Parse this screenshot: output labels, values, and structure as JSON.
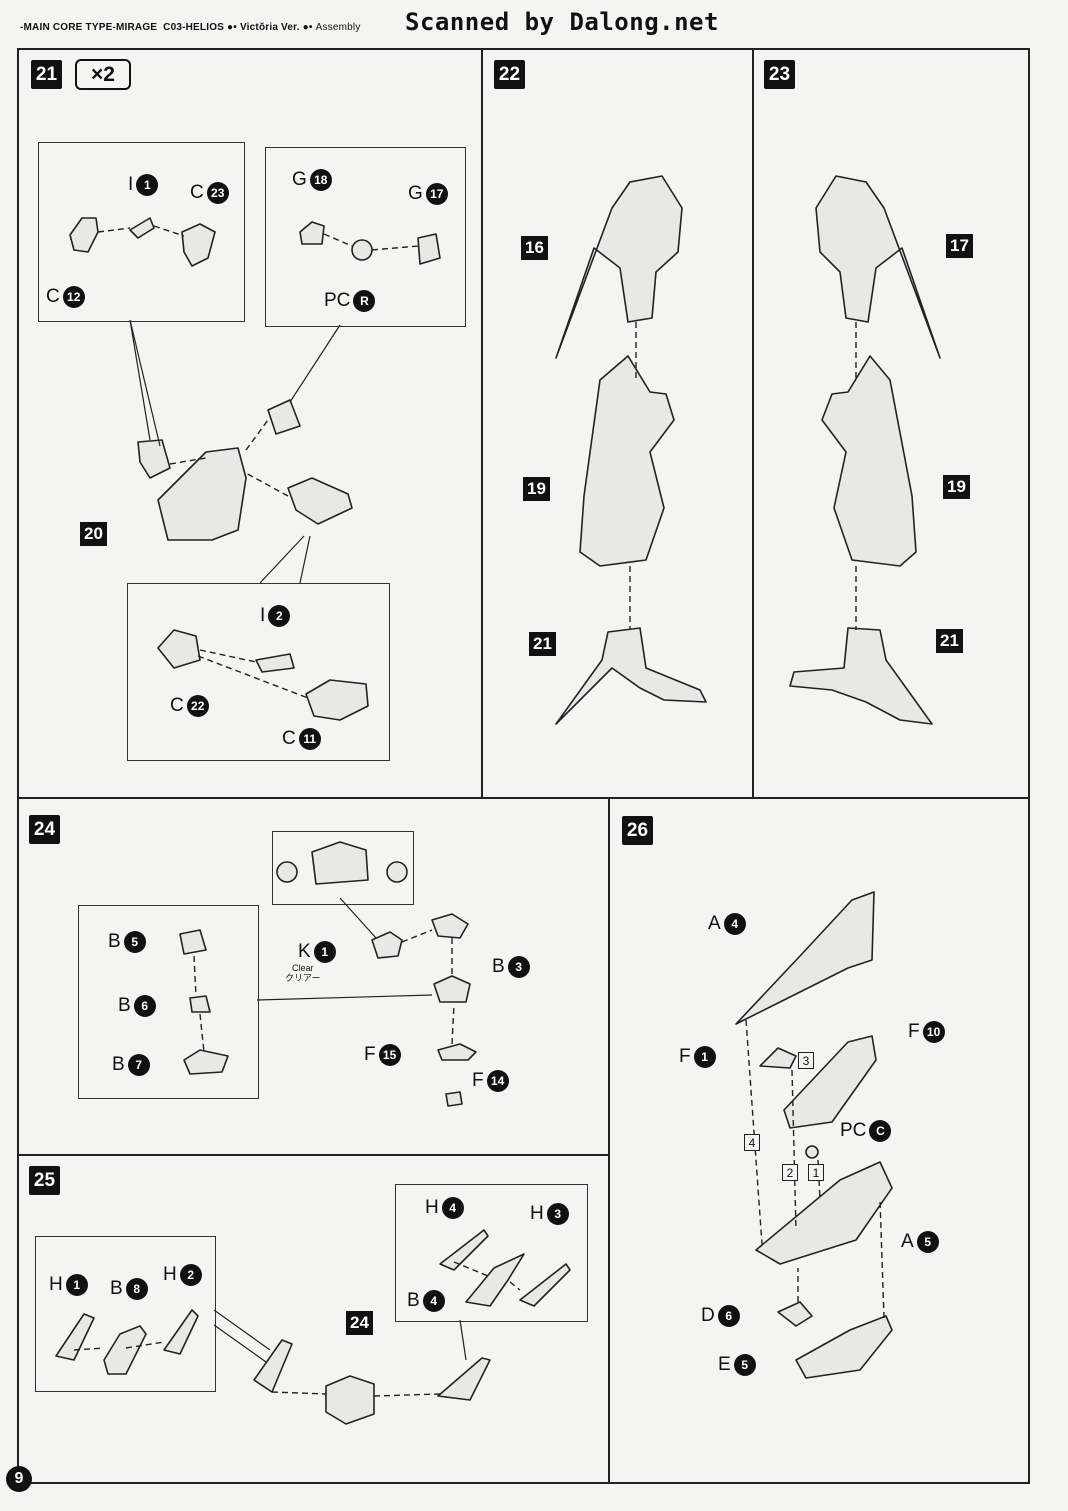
{
  "header": {
    "series": "-MAIN CORE TYPE-MIRAGE",
    "model": "C03-HELIOS",
    "version": "Victŏria Ver.",
    "section": "Assembly"
  },
  "watermark": "Scanned by Dalong.net",
  "page_number": "9",
  "steps": {
    "s21": {
      "number": "21",
      "multiplier": "×2",
      "parts": {
        "i1": "I",
        "i1n": "1",
        "c23": "C",
        "c23n": "23",
        "c12": "C",
        "c12n": "12",
        "g18": "G",
        "g18n": "18",
        "g17": "G",
        "g17n": "17",
        "pcr": "PC",
        "pcrn": "R",
        "i2": "I",
        "i2n": "2",
        "c22": "C",
        "c22n": "22",
        "c11": "C",
        "c11n": "11"
      },
      "assembly": "20"
    },
    "s22": {
      "number": "22",
      "assemblies": {
        "a16": "16",
        "a19": "19",
        "a21": "21"
      }
    },
    "s23": {
      "number": "23",
      "assemblies": {
        "a17": "17",
        "a19": "19",
        "a21": "21"
      }
    },
    "s24": {
      "number": "24",
      "parts": {
        "b5": "B",
        "b5n": "5",
        "b6": "B",
        "b6n": "6",
        "b7": "B",
        "b7n": "7",
        "k1": "K",
        "k1n": "1",
        "b3": "B",
        "b3n": "3",
        "f15": "F",
        "f15n": "15",
        "f14": "F",
        "f14n": "14"
      },
      "clear_note_en": "Clear",
      "clear_note_jp": "クリアー"
    },
    "s25": {
      "number": "25",
      "parts": {
        "h1": "H",
        "h1n": "1",
        "b8": "B",
        "b8n": "8",
        "h2": "H",
        "h2n": "2",
        "h4": "H",
        "h4n": "4",
        "h3": "H",
        "h3n": "3",
        "b4": "B",
        "b4n": "4"
      },
      "assembly": "24"
    },
    "s26": {
      "number": "26",
      "parts": {
        "a4": "A",
        "a4n": "4",
        "f10": "F",
        "f10n": "10",
        "f1": "F",
        "f1n": "1",
        "pcc": "PC",
        "pccn": "C",
        "a5": "A",
        "a5n": "5",
        "d6": "D",
        "d6n": "6",
        "e5": "E",
        "e5n": "5"
      },
      "order": {
        "o1": "1",
        "o2": "2",
        "o3": "3",
        "o4": "4"
      }
    }
  }
}
